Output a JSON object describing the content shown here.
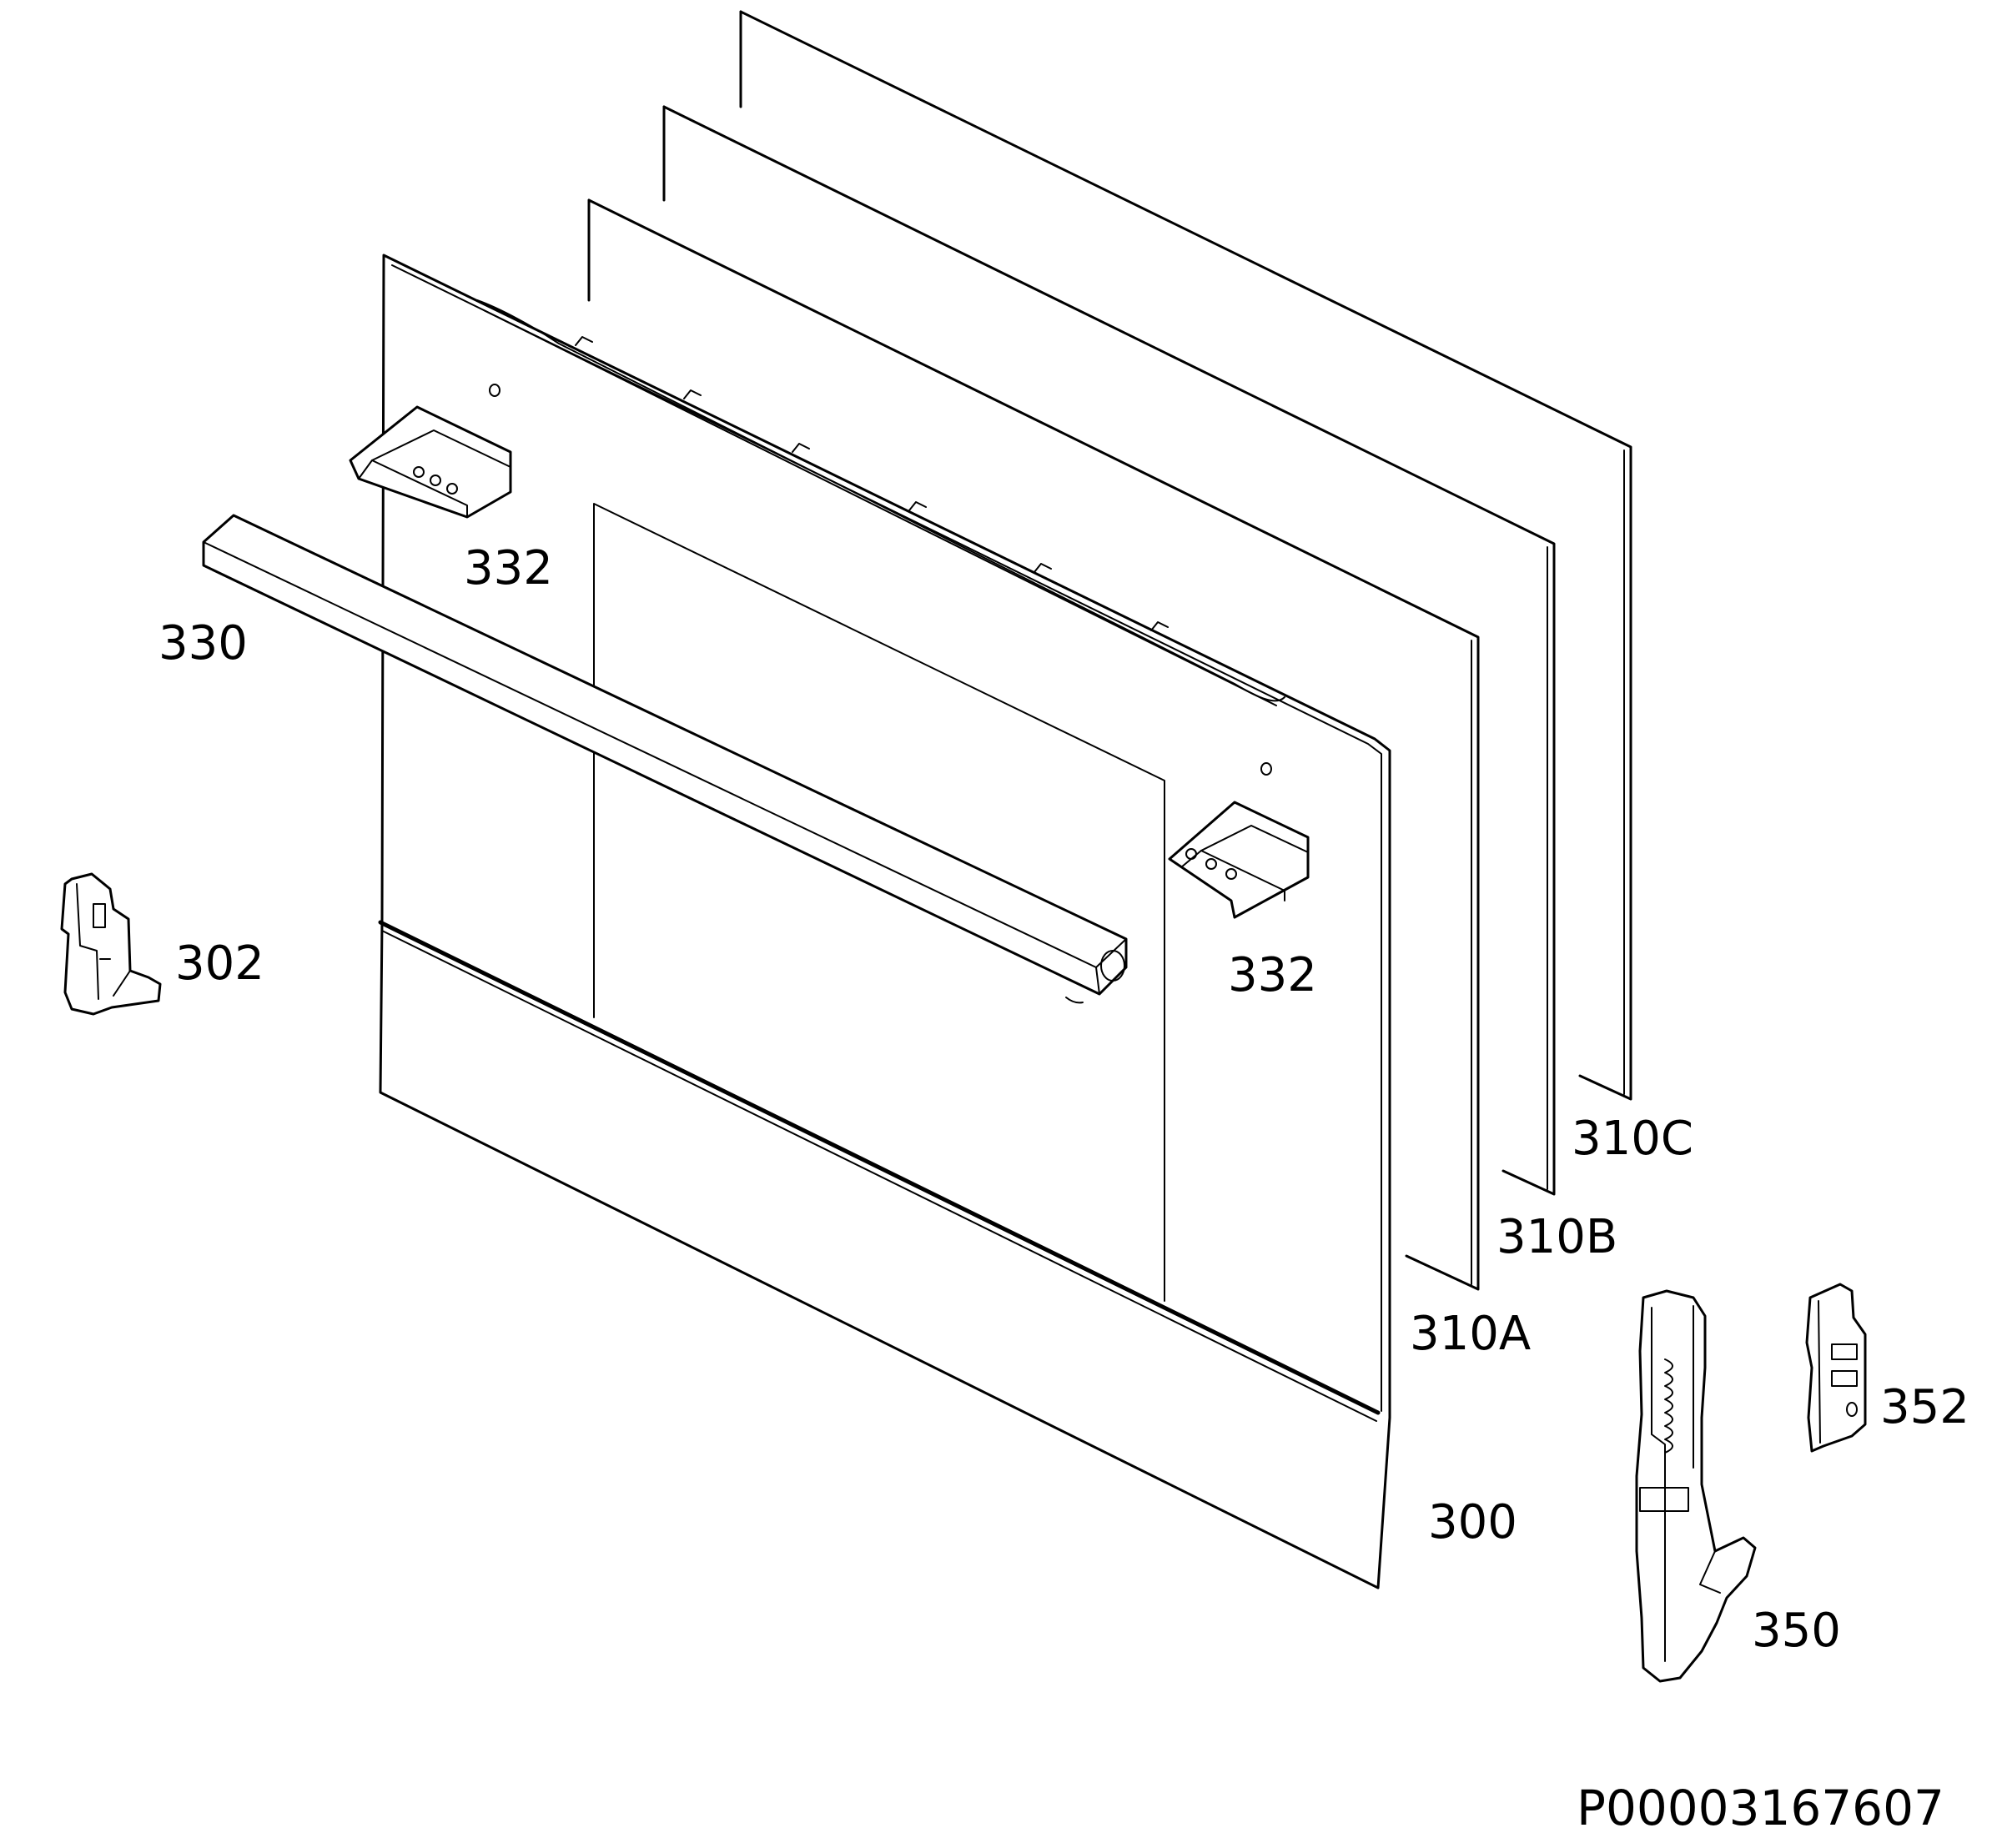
{
  "callouts": {
    "c300": "300",
    "c302": "302",
    "c310a": "310A",
    "c310b": "310B",
    "c310c": "310C",
    "c330": "330",
    "c332_left": "332",
    "c332_right": "332",
    "c350": "350",
    "c352": "352"
  },
  "document_number": "P00003167607",
  "colors": {
    "line": "#000000",
    "background": "#ffffff"
  }
}
